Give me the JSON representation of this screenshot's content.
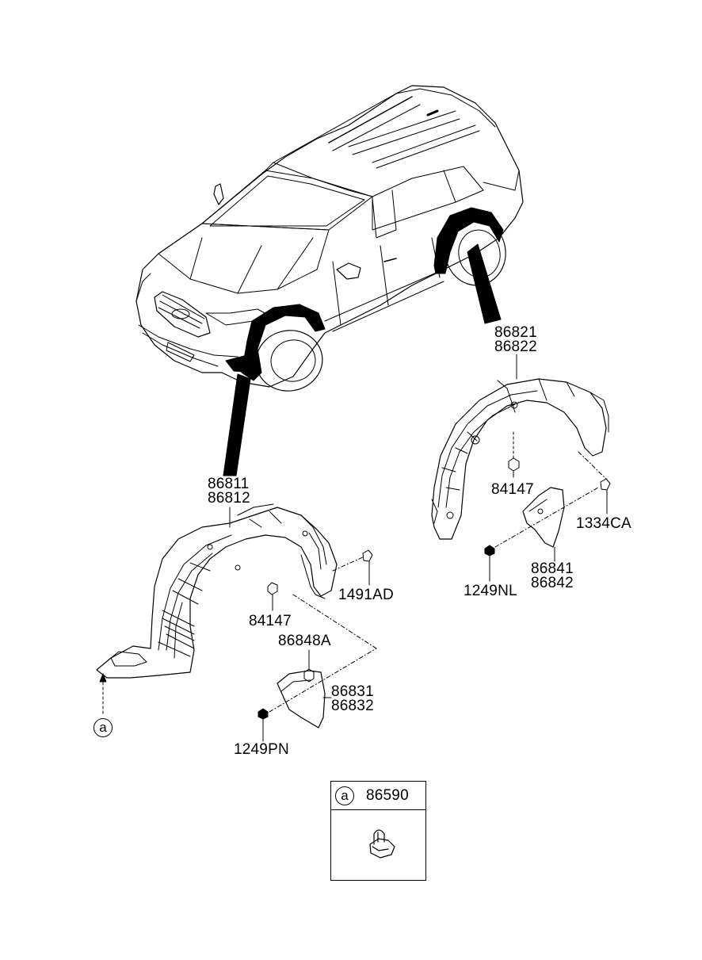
{
  "callouts": {
    "rear_guard": [
      "86821",
      "86822"
    ],
    "rear_nut": "84147",
    "rear_clip": "1334CA",
    "rear_flap": [
      "86841",
      "86842"
    ],
    "rear_screw": "1249NL",
    "front_guard": [
      "86811",
      "86812"
    ],
    "front_clip": "1491AD",
    "front_nut": "84147",
    "front_flap_nut": "86848A",
    "front_flap": [
      "86831",
      "86832"
    ],
    "front_screw": "1249PN"
  },
  "ref_marker": "a",
  "legend": {
    "marker": "a",
    "part_number": "86590"
  }
}
